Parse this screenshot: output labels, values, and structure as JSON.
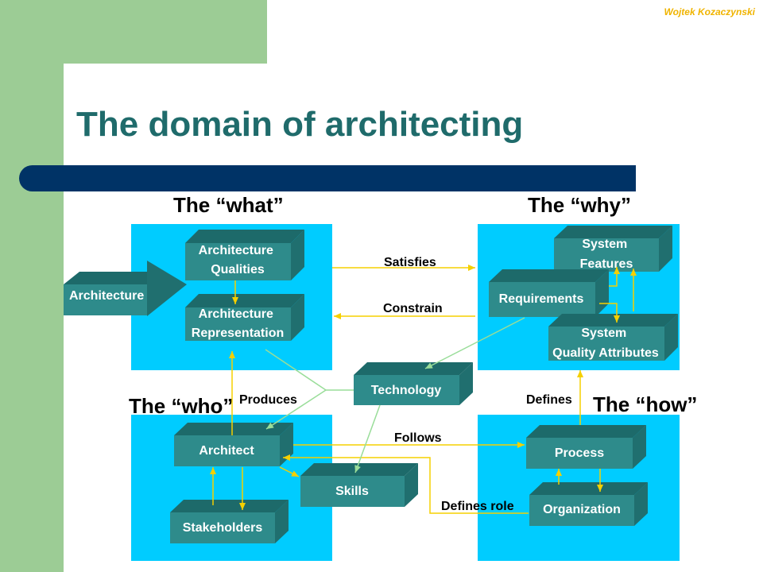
{
  "author": "Wojtek Kozaczynski",
  "title": "The domain of architecting",
  "headings": {
    "what": "The “what”",
    "why": "The “why”",
    "who": "The “who”",
    "how": "The “how”"
  },
  "boxes": {
    "arch_qualities": [
      "Architecture",
      "Qualities"
    ],
    "arch_representation": [
      "Architecture",
      "Representation"
    ],
    "architecture": "Architecture",
    "system_features": [
      "System",
      "Features"
    ],
    "requirements": "Requirements",
    "system_quality_attributes": [
      "System",
      "Quality Attributes"
    ],
    "technology": "Technology",
    "architect": "Architect",
    "skills": "Skills",
    "stakeholders": "Stakeholders",
    "process": "Process",
    "organization": "Organization"
  },
  "labels": {
    "satisfies": "Satisfies",
    "constrain": "Constrain",
    "produces": "Produces",
    "defines": "Defines",
    "follows": "Follows",
    "defines_role": "Defines role"
  },
  "colors": {
    "quadrant": "#00ccff",
    "box": "#2e8b8b",
    "connector": "#f5d000",
    "link": "#99dd99",
    "title": "#1f6b6b",
    "band": "#003366"
  }
}
